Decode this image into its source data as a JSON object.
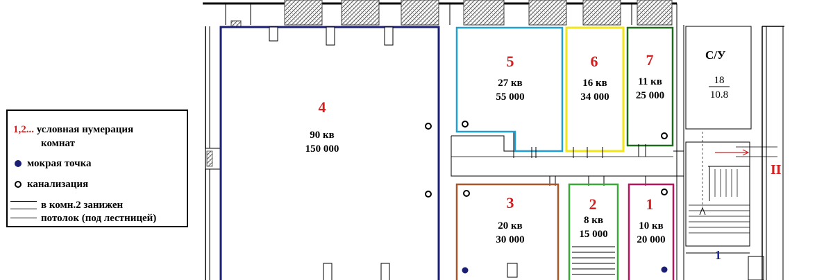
{
  "legend": {
    "numbering_prefix": "1,2...",
    "numbering_line1": "условная нумерация",
    "numbering_line2": "комнат",
    "wet_point": "мокрая точка",
    "sewer": "канализация",
    "low_ceiling_line1": "в комн.2 занижен",
    "low_ceiling_line2": "потолок (под лестницей)"
  },
  "rooms": [
    {
      "num": "4",
      "area": "90 кв",
      "price": "150 000",
      "color": "#1a1f73"
    },
    {
      "num": "5",
      "area": "27 кв",
      "price": "55 000",
      "color": "#1f9fd6"
    },
    {
      "num": "6",
      "area": "16 кв",
      "price": "34 000",
      "color": "#f2e51a"
    },
    {
      "num": "7",
      "area": "11 кв",
      "price": "25 000",
      "color": "#1e6b1e"
    },
    {
      "num": "3",
      "area": "20 кв",
      "price": "30 000",
      "color": "#a8562a"
    },
    {
      "num": "2",
      "area": "8 кв",
      "price": "15 000",
      "color": "#3aa83a"
    },
    {
      "num": "1",
      "area": "10 кв",
      "price": "20 000",
      "color": "#b3165f"
    }
  ],
  "wc": {
    "title": "С/У",
    "numerator": "18",
    "denominator": "10.8"
  },
  "stair": {
    "roman": "II",
    "num": "1"
  }
}
